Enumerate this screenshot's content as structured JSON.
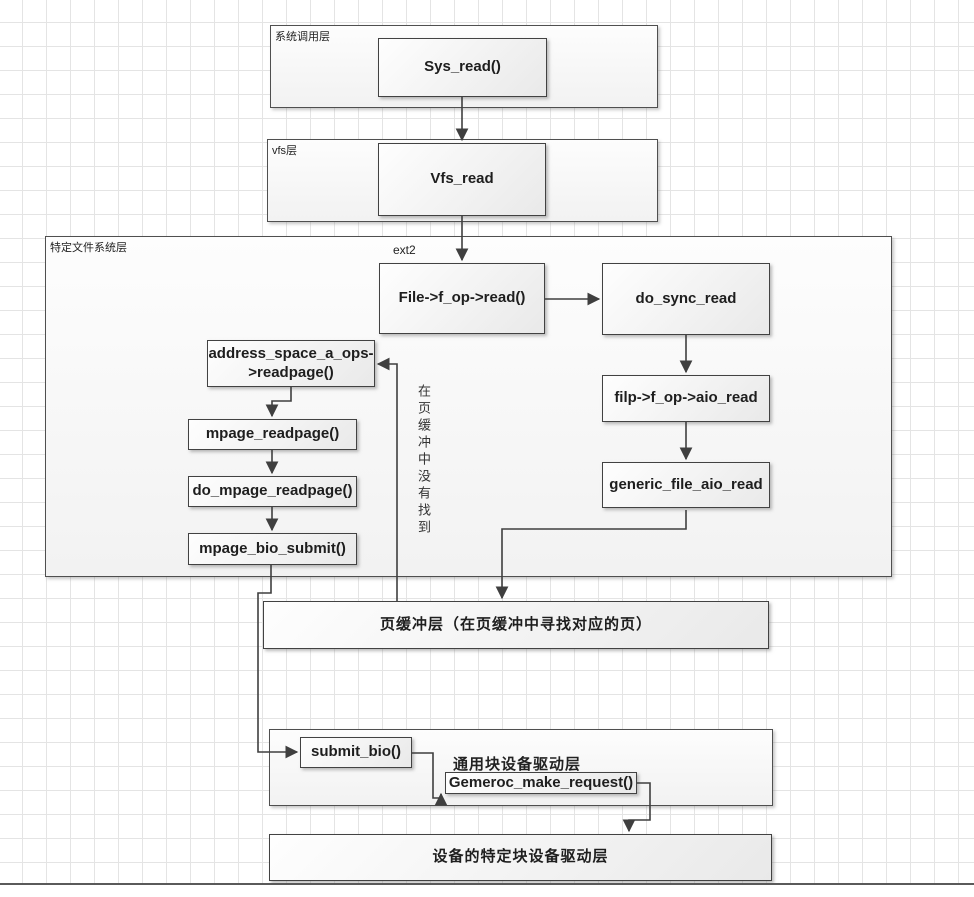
{
  "diagram": {
    "layers": {
      "syscall": {
        "label": "系统调用层"
      },
      "vfs": {
        "label": "vfs层"
      },
      "filesystem": {
        "label": "特定文件系统层",
        "fs_type": "ext2"
      }
    },
    "nodes": {
      "sys_read": "Sys_read()",
      "vfs_read": "Vfs_read",
      "file_read": "File->f_op->read()",
      "do_sync_read": "do_sync_read",
      "address_space_readpage": "address_space_a_ops-\n>readpage()",
      "mpage_readpage": "mpage_readpage()",
      "do_mpage_readpage": "do_mpage_readpage()",
      "mpage_bio_submit": "mpage_bio_submit()",
      "filp_aio_read": "filp->f_op->aio_read",
      "generic_file_aio_read": "generic_file_aio_read",
      "page_cache_layer": "页缓冲层（在页缓冲中寻找对应的页）",
      "submit_bio": "submit_bio()",
      "generic_block_layer": "通用块设备驱动层",
      "generic_make_request": "Gemeroc_make_request()",
      "device_driver_layer": "设备的特定块设备驱动层"
    },
    "annotations": {
      "cache_miss_note": "在页缓冲中没有找到"
    },
    "colors": {
      "connector_line": "#3f3f3f",
      "node_border": "#424242",
      "container_border": "#4f4f4f",
      "grid_line": "#e4e4e4",
      "node_fill_top": "#fefefe",
      "node_fill_bottom": "#e9e9e9"
    }
  }
}
